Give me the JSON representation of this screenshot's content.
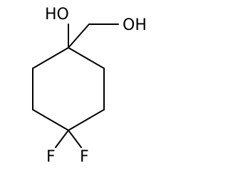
{
  "molecule": {
    "atoms": {
      "hydroxyl_ring": "HO",
      "hydroxyl_methyl": "OH",
      "fluorine_left": "F",
      "fluorine_right": "F"
    }
  },
  "colors": {
    "bond": "#000000",
    "label": "#000000",
    "background": "#ffffff"
  }
}
